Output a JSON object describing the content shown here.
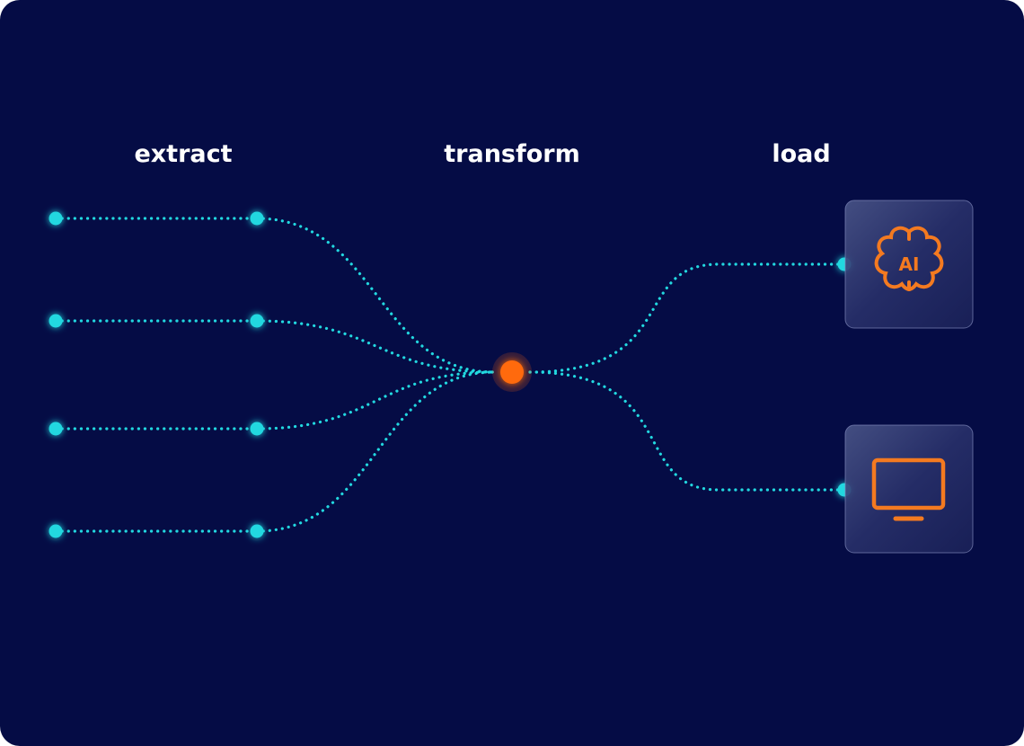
{
  "stages": {
    "extract": "extract",
    "transform": "transform",
    "load": "load"
  },
  "targets": [
    {
      "icon": "ai-brain-icon",
      "text": "AI"
    },
    {
      "icon": "monitor-icon"
    }
  ],
  "colors": {
    "background": "#050c45",
    "connector": "#22d8e0",
    "hub": "#ff6a10",
    "icon": "#f47a20"
  }
}
